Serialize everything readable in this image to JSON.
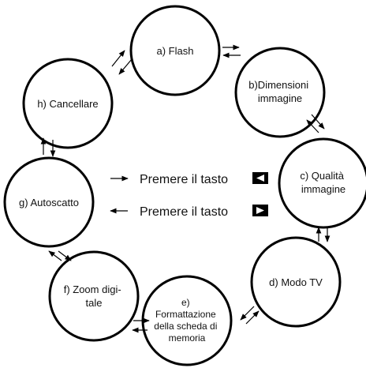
{
  "nodes": [
    {
      "id": "a",
      "lines": [
        "a) Flash"
      ]
    },
    {
      "id": "b",
      "lines": [
        "b)Dimensioni",
        "immagine"
      ]
    },
    {
      "id": "c",
      "lines": [
        "c) Qualità",
        "immagine"
      ]
    },
    {
      "id": "d",
      "lines": [
        "d) Modo TV"
      ]
    },
    {
      "id": "e",
      "lines": [
        "e)",
        "Formattazione",
        "della scheda di",
        "memoria"
      ]
    },
    {
      "id": "f",
      "lines": [
        "f) Zoom digi-",
        "tale"
      ]
    },
    {
      "id": "g",
      "lines": [
        "g) Autoscatto"
      ]
    },
    {
      "id": "h",
      "lines": [
        "h) Cancellare"
      ]
    }
  ],
  "legend": {
    "forward_text": "Premere il tasto",
    "forward_key_icon": "left-arrow-key-icon",
    "backward_text": "Premere il tasto",
    "backward_key_icon": "right-arrow-key-icon"
  },
  "colors": {
    "stroke": "#000000",
    "background": "#ffffff"
  }
}
